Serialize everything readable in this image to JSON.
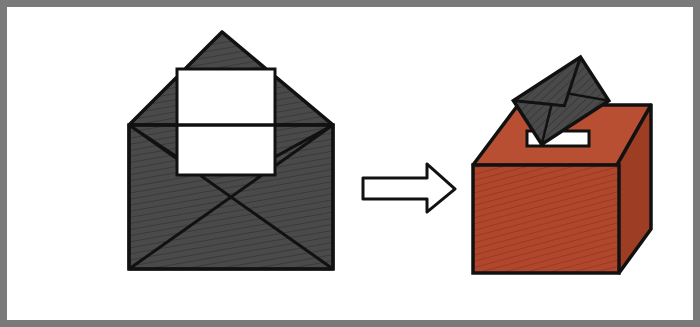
{
  "illustration": {
    "frame_color": "#7a7a7a",
    "background_color": "#ffffff",
    "envelope": {
      "icon": "open-envelope-with-letter",
      "body_color": "#4d4d4d",
      "flap_color": "#5c5c5c",
      "letter_color": "#ffffff",
      "outline_color": "#111111"
    },
    "arrow": {
      "icon": "right-arrow",
      "fill_color": "#ffffff",
      "outline_color": "#111111"
    },
    "ballot_box": {
      "icon": "ballot-box-with-envelope",
      "front_color": "#b0472c",
      "top_color": "#b84f33",
      "side_color": "#9c3d24",
      "slot_color": "#ffffff",
      "envelope_color": "#444444",
      "outline_color": "#111111"
    }
  }
}
